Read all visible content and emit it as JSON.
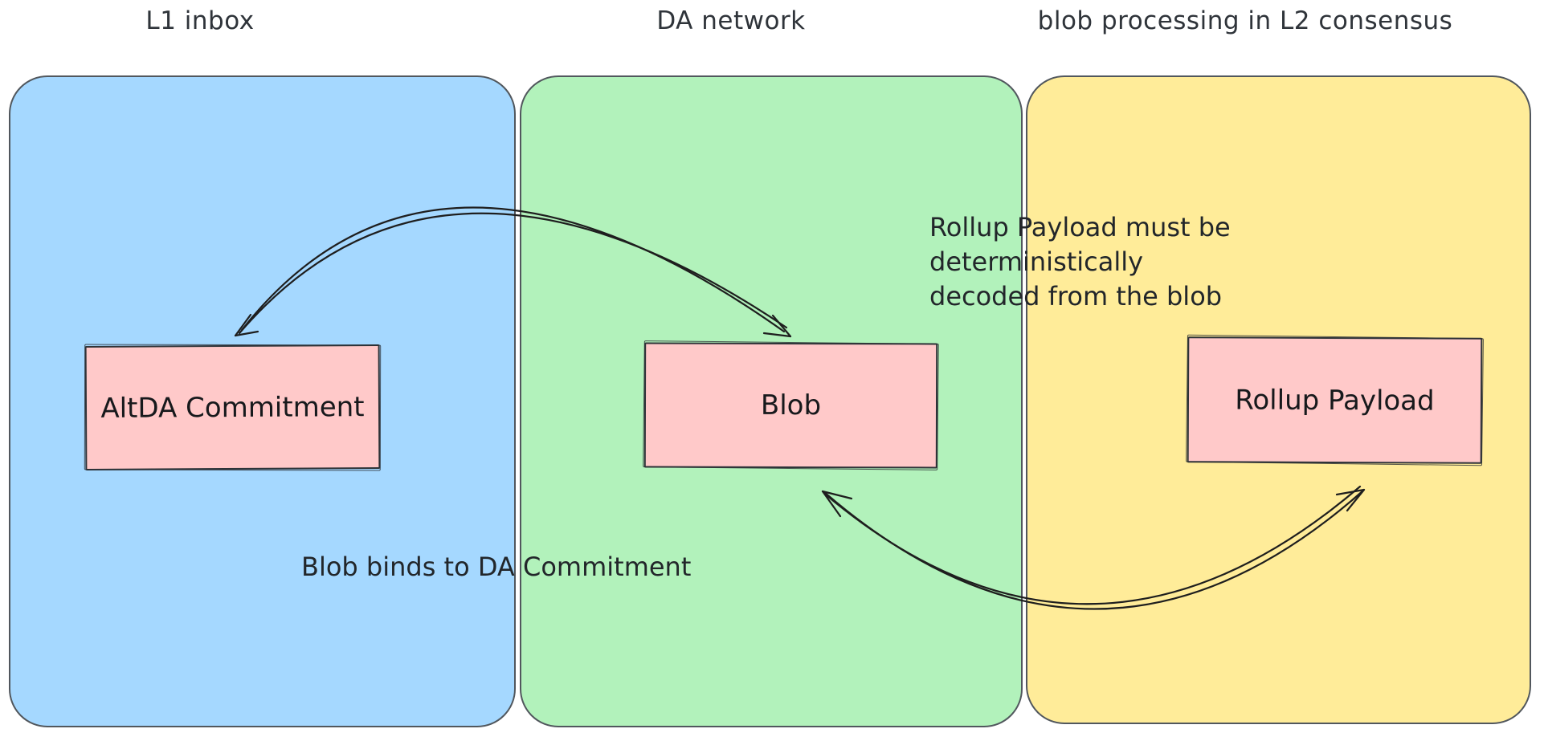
{
  "diagram": {
    "panels": [
      {
        "id": "l1-inbox",
        "title": "L1 inbox",
        "fill": "#a5d8ff",
        "node_label": "AltDA Commitment"
      },
      {
        "id": "da-network",
        "title": "DA network",
        "fill": "#b2f2bb",
        "node_label": "Blob"
      },
      {
        "id": "l2-consensus",
        "title": "blob processing in L2 consensus",
        "fill": "#ffec99",
        "node_label": "Rollup Payload"
      }
    ],
    "annotations": {
      "decode_note_lines": [
        "Rollup Payload must be",
        "deterministically",
        "decoded from the blob"
      ],
      "binding_note": "Blob binds to DA Commitment"
    },
    "arrows": [
      {
        "id": "altda-blob",
        "between": [
          "AltDA Commitment",
          "Blob"
        ],
        "double_headed": true
      },
      {
        "id": "blob-payload",
        "between": [
          "Blob",
          "Rollup Payload"
        ],
        "double_headed": true
      }
    ],
    "colors": {
      "panel_blue": "#a5d8ff",
      "panel_green": "#b2f2bb",
      "panel_yellow": "#ffec99",
      "node_fill": "#ffc9c9",
      "panel_border": "#51575d",
      "node_border": "#2e3338",
      "arrow_stroke": "#1e1e1e",
      "text": "#22262a"
    }
  }
}
